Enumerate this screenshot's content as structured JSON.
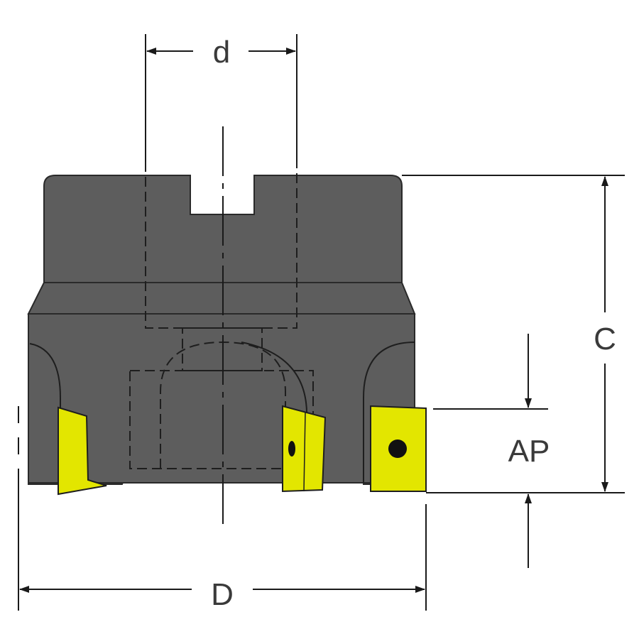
{
  "labels": {
    "d": "d",
    "c": "C",
    "ap": "AP",
    "D": "D"
  },
  "colors": {
    "body": "#5d5d5d",
    "body_edge": "#2a2a2a",
    "insert": "#e3e600",
    "line": "#1a1a1a",
    "background": "#ffffff"
  }
}
